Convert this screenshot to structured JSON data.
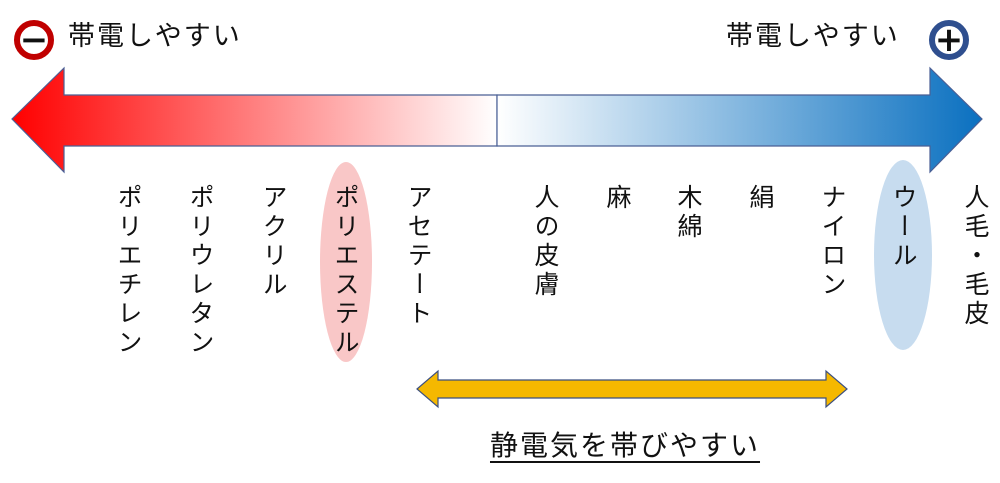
{
  "left_label": {
    "sign": "−",
    "text": "帯電しやすい"
  },
  "right_label": {
    "sign": "+",
    "text": "帯電しやすい"
  },
  "materials": [
    "ポリエチレン",
    "ポリウレタン",
    "アクリル",
    "ポリエステル",
    "アセテート",
    "人の皮膚",
    "麻",
    "木綿",
    "絹",
    "ナイロン",
    "ウール",
    "人毛・毛皮"
  ],
  "highlighted": {
    "negative": "ポリエステル",
    "positive": "ウール"
  },
  "range_label": "静電気を帯びやすい",
  "colors": {
    "negative": "#ff0000",
    "positive": "#0a70c0",
    "negative_ring": "#c00000",
    "positive_ring": "#2f4f8f",
    "range_arrow": "#f5b800",
    "pink_highlight": "#f9c7c7",
    "blue_highlight": "#c7dcef"
  }
}
